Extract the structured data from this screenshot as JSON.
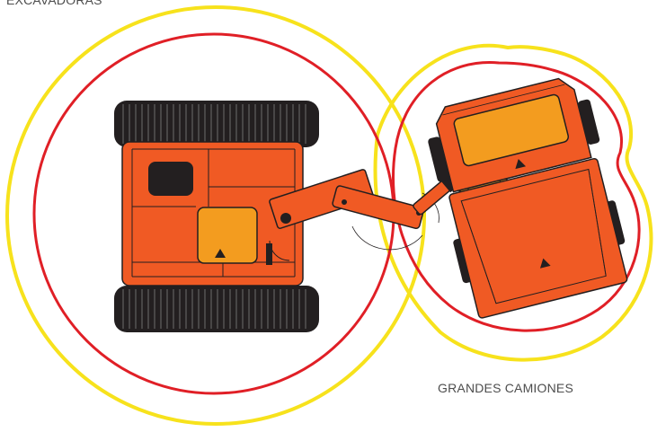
{
  "labels": {
    "excavadoras": "EXCAVADORAS",
    "grandes_camiones": "GRANDES CAMIONES"
  },
  "colors": {
    "outer_ring": "#F7E21C",
    "inner_ring": "#E01F26",
    "body_orange": "#F05A24",
    "panel_orange": "#F39C1F",
    "track_black": "#231F20",
    "outline": "#231F20",
    "label_text": "#4D4D4D"
  },
  "icons": {
    "excavator": "excavator-topdown",
    "truck": "dump-truck-topdown",
    "marker": "triangle-marker"
  }
}
